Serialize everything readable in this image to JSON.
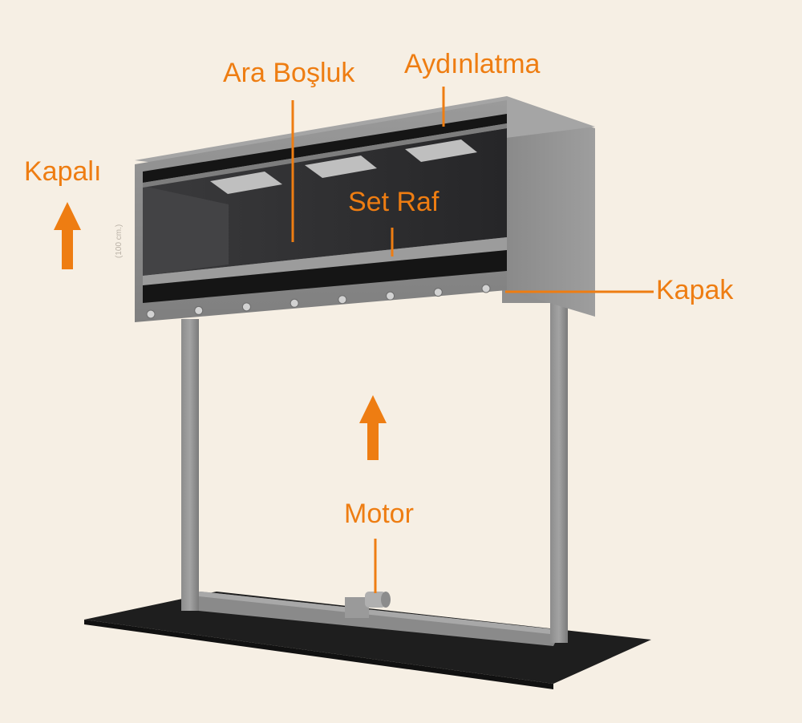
{
  "colors": {
    "background": "#f6efe4",
    "accent": "#ee7d12",
    "frame": "#8f8f8f",
    "frame_dark": "#6e6e6e",
    "cavity": "#2f2f31",
    "floor": "#1e1e1e"
  },
  "labels": {
    "ara_bosluk": "Ara Boşluk",
    "aydinlatma": "Aydınlatma",
    "kapali": "Kapalı",
    "set_raf": "Set Raf",
    "kapak": "Kapak",
    "motor": "Motor"
  },
  "dimension_note": "(100 cm.)",
  "icons": {
    "up_arrow_left": "up-arrow-icon",
    "up_arrow_center": "up-arrow-icon"
  }
}
